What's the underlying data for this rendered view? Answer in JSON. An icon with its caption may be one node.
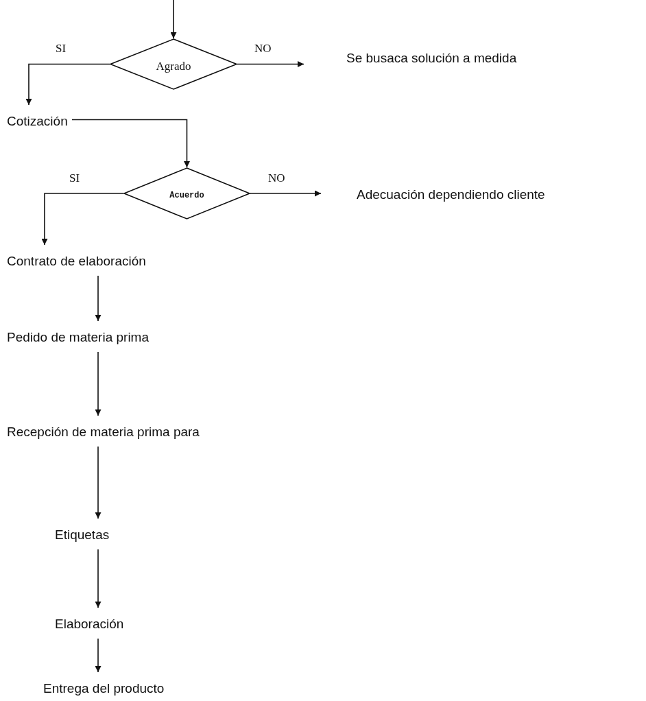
{
  "diagram": {
    "nodes": [
      {
        "text": [
          "Agrado"
        ]
      },
      {
        "text": [
          "Se busaca solución a medida"
        ]
      },
      {
        "text": [
          "Cotización"
        ]
      },
      {
        "text": [
          "Acuerdo"
        ]
      },
      {
        "text": [
          "Adecuación dependiendo cliente"
        ]
      },
      {
        "text": [
          "Contrato de elaboración"
        ]
      },
      {
        "text": [
          "Pedido de materia prima"
        ]
      },
      {
        "text": [
          "Recepción de materia prima para"
        ]
      },
      {
        "text": [
          "Etiquetas"
        ]
      },
      {
        "text": [
          "Elaboración"
        ]
      },
      {
        "text": [
          "Entrega del producto"
        ]
      }
    ],
    "edges": [
      {
        "from": null,
        "to": 0,
        "arrow": "to"
      },
      {
        "from": 0,
        "to": 1,
        "arrow": "to",
        "label": "NO"
      },
      {
        "from": 0,
        "to": 2,
        "arrow": "to",
        "label": "SI"
      },
      {
        "from": 2,
        "to": 3,
        "arrow": "to"
      },
      {
        "from": 3,
        "to": 4,
        "arrow": "to",
        "label": "NO"
      },
      {
        "from": 3,
        "to": 5,
        "arrow": "to",
        "label": "SI"
      },
      {
        "from": 5,
        "to": 6,
        "arrow": "to"
      },
      {
        "from": 6,
        "to": 7,
        "arrow": "to"
      },
      {
        "from": 7,
        "to": 8,
        "arrow": "to"
      },
      {
        "from": 8,
        "to": 9,
        "arrow": "to"
      },
      {
        "from": 9,
        "to": 10,
        "arrow": "to"
      }
    ]
  }
}
